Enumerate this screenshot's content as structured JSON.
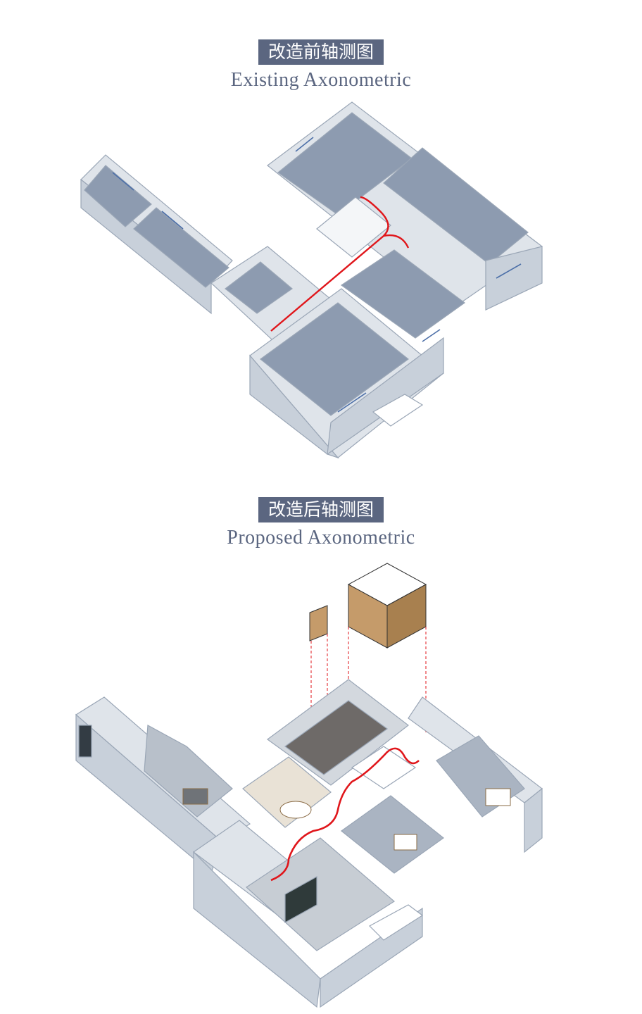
{
  "sections": {
    "before": {
      "title_zh": "改造前轴测图",
      "title_en": "Existing Axonometric"
    },
    "after": {
      "title_zh": "改造后轴测图",
      "title_en": "Proposed Axonometric"
    }
  },
  "colors": {
    "title_bg": "#5b6680",
    "title_text": "#ffffff",
    "subtitle_text": "#5b6680",
    "wall_light": "#dfe4ea",
    "wall_side": "#c8d0da",
    "floor_blue": "#8d9bb0",
    "window_blue": "#4c6fa8",
    "route_red": "#e0161b",
    "wood": "#c59b6a"
  }
}
